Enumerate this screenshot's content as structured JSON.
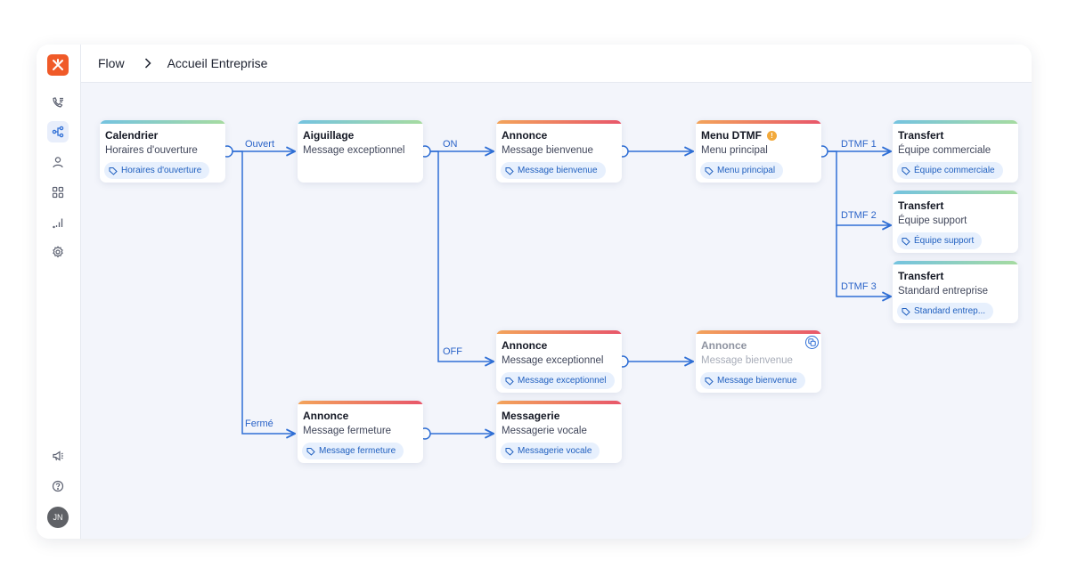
{
  "breadcrumb": {
    "root": "Flow",
    "current": "Accueil Entreprise"
  },
  "user": {
    "initials": "JN"
  },
  "sidebar": {
    "icons": [
      "phone-list-icon",
      "flow-icon",
      "user-icon",
      "grid-icon",
      "stats-icon",
      "settings-icon"
    ],
    "bottom_icons": [
      "announce-icon",
      "help-icon"
    ]
  },
  "colors": {
    "accent": "#2f6fd6",
    "logo": "#f05a28",
    "bar_teal": "#7fc8d8",
    "bar_orange_red": "#f0765c",
    "bar_green": "#9ad3a6"
  },
  "edge_labels": {
    "ouvert": "Ouvert",
    "ferme": "Fermé",
    "on": "ON",
    "off": "OFF",
    "dtmf1": "DTMF 1",
    "dtmf2": "DTMF 2",
    "dtmf3": "DTMF 3"
  },
  "nodes": {
    "calendrier": {
      "title": "Calendrier",
      "sub": "Horaires d'ouverture",
      "tag": "Horaires d'ouverture"
    },
    "aiguillage": {
      "title": "Aiguillage",
      "sub": "Message exceptionnel"
    },
    "annonce_bienvenue": {
      "title": "Annonce",
      "sub": "Message bienvenue",
      "tag": "Message bienvenue"
    },
    "menu_dtmf": {
      "title": "Menu DTMF",
      "sub": "Menu principal",
      "tag": "Menu principal"
    },
    "transfert_commerciale": {
      "title": "Transfert",
      "sub": "Équipe commerciale",
      "tag": "Équipe commerciale"
    },
    "transfert_support": {
      "title": "Transfert",
      "sub": "Équipe support",
      "tag": "Équipe support"
    },
    "transfert_standard": {
      "title": "Transfert",
      "sub": "Standard entreprise",
      "tag": "Standard entrep..."
    },
    "annonce_exceptionnel": {
      "title": "Annonce",
      "sub": "Message exceptionnel",
      "tag": "Message exceptionnel"
    },
    "annonce_bienvenue_copy": {
      "title": "Annonce",
      "sub": "Message bienvenue",
      "tag": "Message bienvenue"
    },
    "annonce_fermeture": {
      "title": "Annonce",
      "sub": "Message fermeture",
      "tag": "Message fermeture"
    },
    "messagerie": {
      "title": "Messagerie",
      "sub": "Messagerie vocale",
      "tag": "Messagerie vocale"
    }
  }
}
